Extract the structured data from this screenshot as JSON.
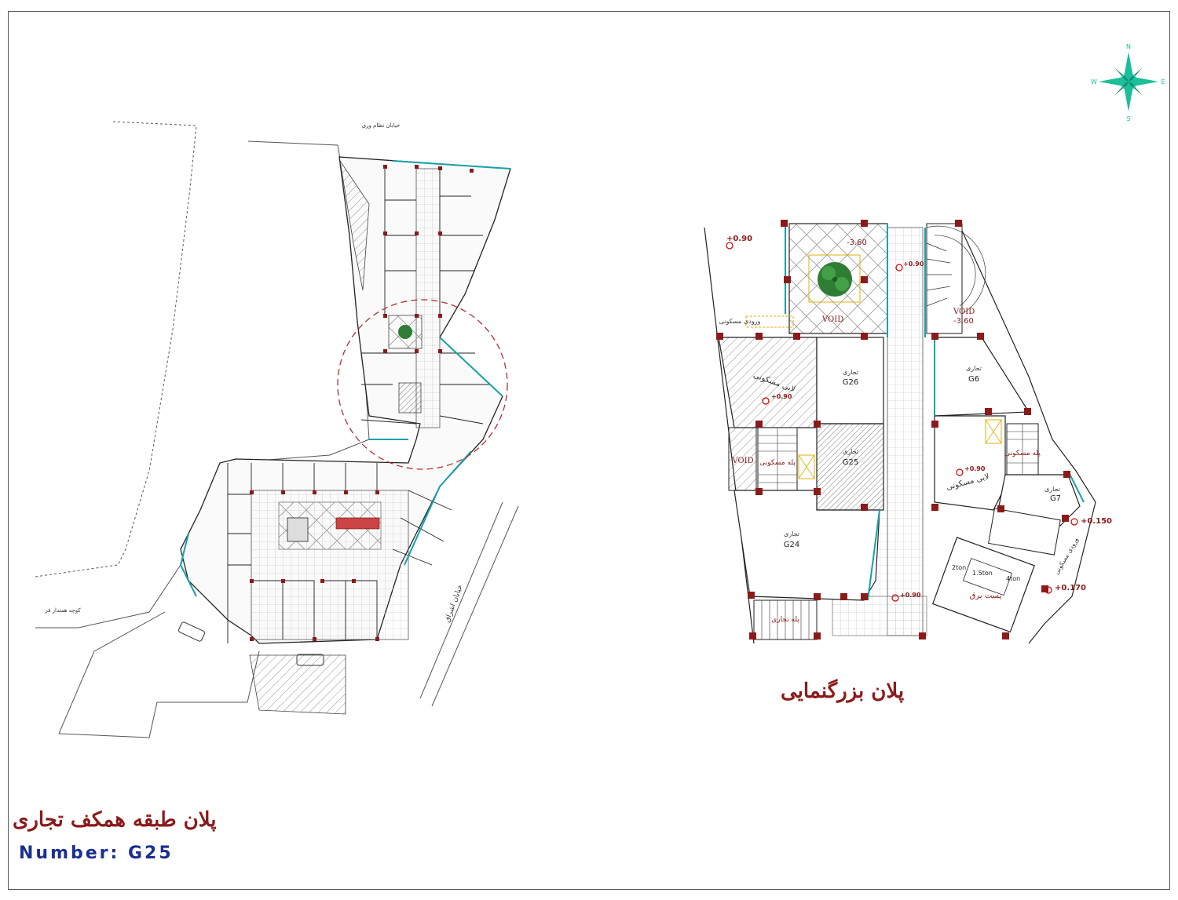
{
  "sheet": {
    "title_main_plan": "پلان طبقه همکف تجاری",
    "title_enlarged_plan": "پلان بزرگنمایی",
    "number_label": "Number: G25"
  },
  "site_plan": {
    "street_top": "خیابان نظام وری",
    "street_right": "خیابان اشراق",
    "alley_left": "کوچه همتدار فر"
  },
  "enlarged_plan": {
    "levels": [
      "+0.90",
      "+0.90",
      "+0.90",
      "+0.90",
      "+0.150",
      "+0.170",
      "+0.90"
    ],
    "level_minus_a": "-3.60",
    "level_minus_b": "-3.60",
    "void_top": "VOID",
    "void_right": "VOID",
    "void_left": "VOID",
    "entrance_residential": "ورودی مسکونی",
    "entrance_residential_2": "ورودی مسکونی",
    "shop_label": "تجاری",
    "units": [
      "G26",
      "G25",
      "G24",
      "G6",
      "G7"
    ],
    "lobby_residential": "لابی مسکونی",
    "lobby_residential_2": "لابی مسکونی",
    "stair_commercial": "پله تجاری",
    "stair_residential": "پله مسکونی",
    "stair_residential_2": "پله مسکونی",
    "substation": "پست برق",
    "transformers": [
      "2ton",
      "1.5ton",
      "4ton"
    ]
  },
  "compass": {
    "n": "N",
    "s": "S",
    "e": "E",
    "w": "W"
  },
  "colors": {
    "title": "#8b1a1a",
    "number": "#1a2f8f",
    "wall": "#222222",
    "accent_cyan": "#18a0a8",
    "column_red": "#8b1a1a",
    "tree_green": "#2e7d32",
    "compass_teal": "#1bbf9a",
    "dashed_red": "#b03030"
  }
}
